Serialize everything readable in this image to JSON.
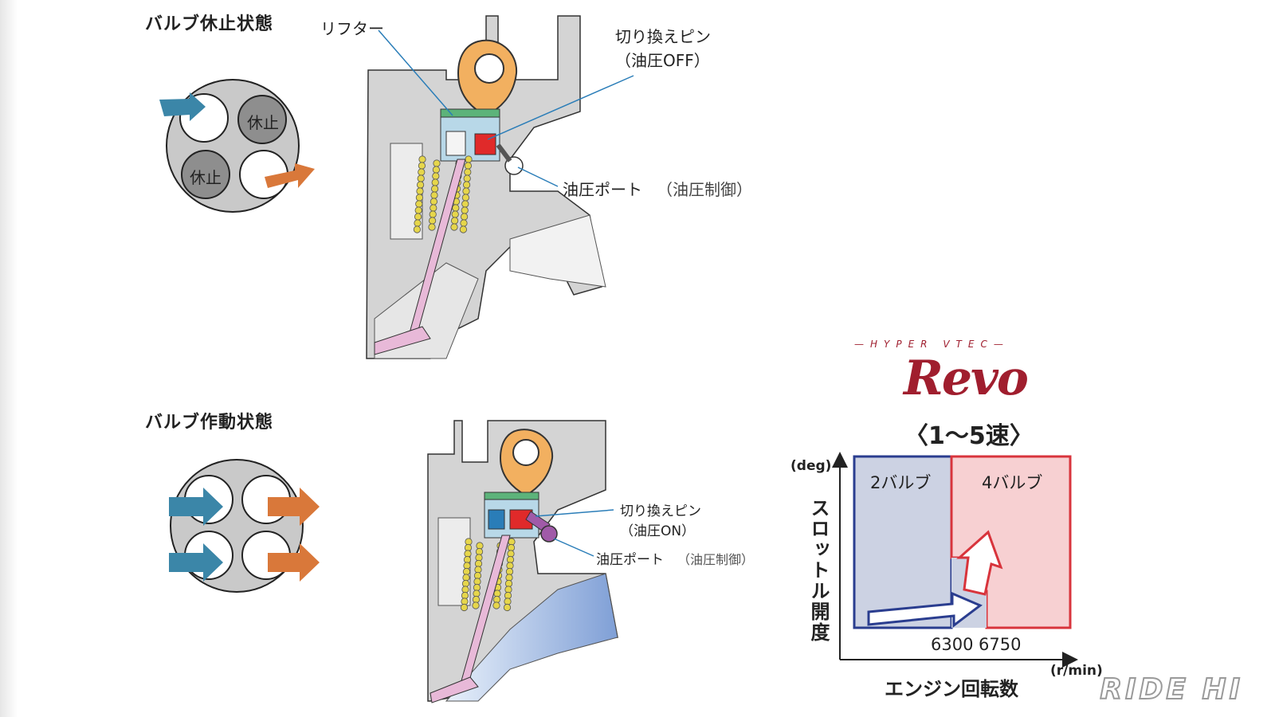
{
  "top": {
    "heading": "バルブ休止状態",
    "lifter_label": "リフター",
    "pin_label": "切り換えピン",
    "pin_state": "（油圧OFF）",
    "port_label": "油圧ポート",
    "port_note": "（油圧制御）",
    "valve_text_1": "休止",
    "valve_text_2": "休止"
  },
  "bottom": {
    "heading": "バルブ作動状態",
    "pin_label": "切り換えピン",
    "pin_state": "（油圧ON）",
    "port_label": "油圧ポート",
    "port_note": "（油圧制御）"
  },
  "logo": {
    "tagline": "—HYPER VTEC—",
    "name": "Revo",
    "gear_range": "〈1〜5速〉"
  },
  "chart_data": {
    "type": "region-map",
    "xlabel": "エンジン回転数",
    "xunit": "(r/min)",
    "ylabel": "スロットル開度",
    "yunit": "(deg)",
    "x_ticks": [
      "6300",
      "6750"
    ],
    "regions": [
      {
        "name": "2バルブ",
        "color": "#2a3d8f",
        "fill": "#ccd2e3"
      },
      {
        "name": "4バルブ",
        "color": "#d8343c",
        "fill": "#f7d0d2"
      }
    ]
  },
  "colors": {
    "intake_arrow": "#3b86a8",
    "exhaust_arrow": "#d9783a",
    "cam": "#f2b060",
    "valve_stem": "#e8b9d8",
    "spring": "#e6d64b",
    "pin_off": "#e02a2a",
    "pin_on": "#a05aa8"
  },
  "watermark": "RIDE HI"
}
